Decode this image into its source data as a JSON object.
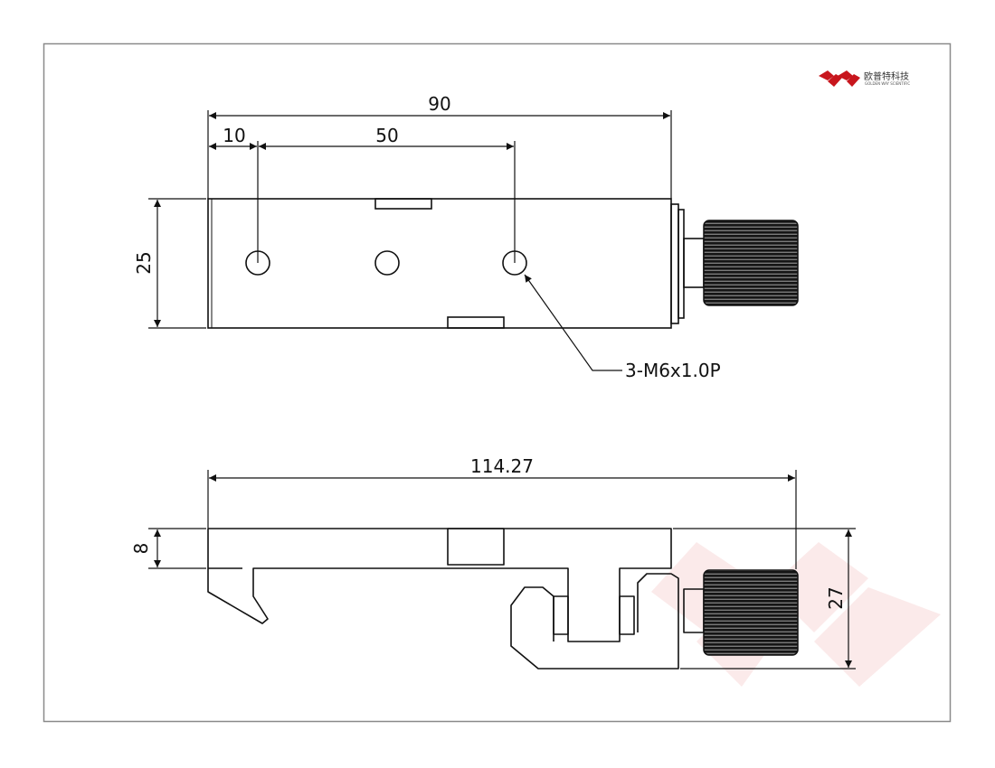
{
  "brand": {
    "name_cn": "欧普特科技",
    "name_en": "GOLDEN WAY SCIENTIFIC"
  },
  "colors": {
    "line": "#111111",
    "frame": "#8a8a8a",
    "logo": "#c8161d",
    "watermark": "#fbeaea"
  },
  "top_view": {
    "dim_overall_length": "90",
    "dim_edge_to_hole": "10",
    "dim_hole_spacing": "50",
    "dim_width": "25",
    "thread_callout": "3-M6x1.0P"
  },
  "side_view": {
    "dim_overall_length": "114.27",
    "dim_plate_thickness": "8",
    "dim_height": "27"
  },
  "icons": [
    "golden-way-logo-icon",
    "knurled-knob-icon",
    "watermark-logo-icon"
  ]
}
